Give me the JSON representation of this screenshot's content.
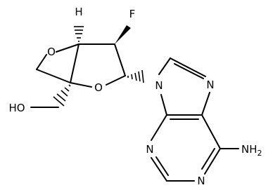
{
  "molecule": {
    "atom_labels": {
      "oxetane_oxygen": "O",
      "furanose_oxygen": "O",
      "fluorine": "F",
      "bridgehead_hydrogen": "H",
      "hydroxyl": "HO",
      "n9": "N",
      "n7": "N",
      "n3": "N",
      "n1": "N",
      "amine_n": "NH",
      "amine_subscript": "2"
    },
    "colors": {
      "bond": "#000000",
      "text": "#000000",
      "background": "#ffffff"
    }
  }
}
